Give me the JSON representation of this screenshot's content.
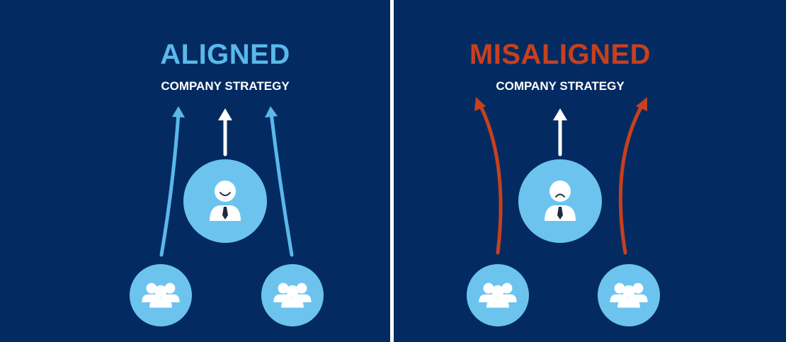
{
  "colors": {
    "background": "#042b61",
    "divider": "#ffffff",
    "aligned_accent": "#5ab8ea",
    "misaligned_accent": "#c8401e",
    "circle_fill": "#6cc4ee",
    "icon": "#ffffff",
    "tie": "#1f2d44"
  },
  "aligned": {
    "title": "ALIGNED",
    "subtitle": "COMPANY STRATEGY",
    "leader_mood": "smiling",
    "leader_icon": "smiling-manager-icon",
    "team_icon": "team-group-icon"
  },
  "misaligned": {
    "title": "MISALIGNED",
    "subtitle": "COMPANY STRATEGY",
    "leader_mood": "frowning",
    "leader_icon": "frowning-manager-icon",
    "team_icon": "team-group-icon"
  }
}
